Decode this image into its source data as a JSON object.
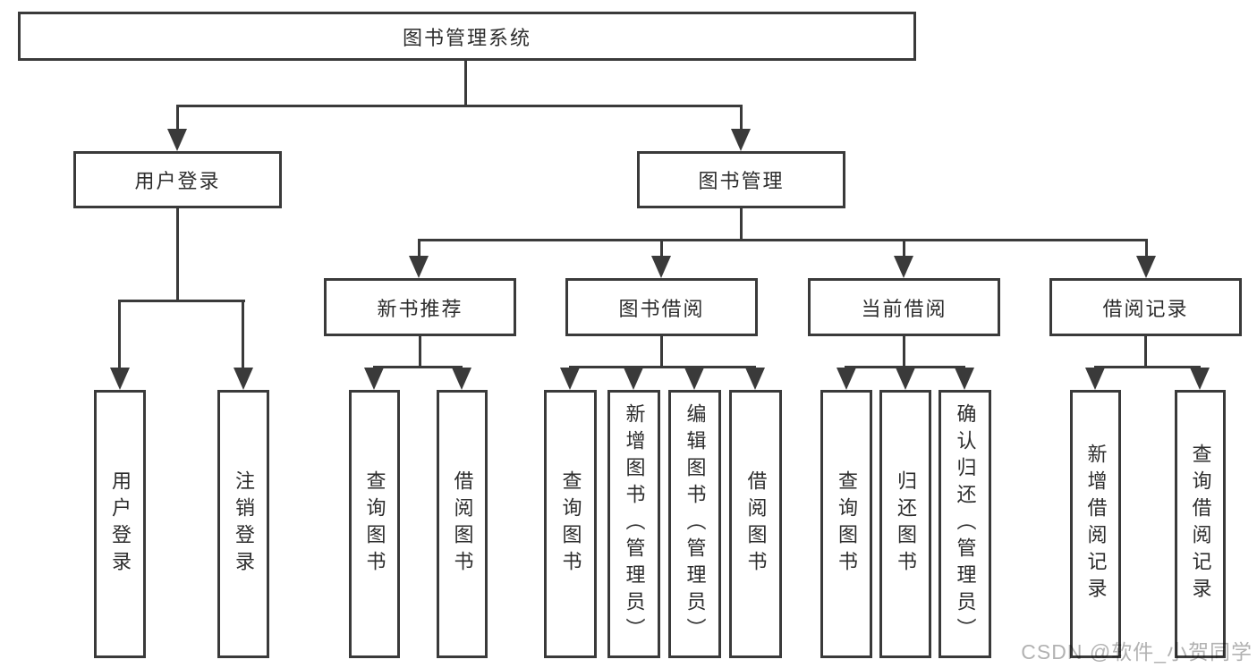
{
  "title": "图书管理系统",
  "watermark": "CSDN @软件_小贺同学",
  "colors": {
    "line": "#3a3a3a",
    "text": "#2d2d2d",
    "background": "#ffffff",
    "watermark": "#b2b2b2"
  },
  "tree": {
    "label": "图书管理系统",
    "children": [
      {
        "label": "用户登录",
        "children": [
          {
            "label": "用户登录"
          },
          {
            "label": "注销登录"
          }
        ]
      },
      {
        "label": "图书管理",
        "children": [
          {
            "label": "新书推荐",
            "children": [
              {
                "label": "查询图书"
              },
              {
                "label": "借阅图书"
              }
            ]
          },
          {
            "label": "图书借阅",
            "children": [
              {
                "label": "查询图书"
              },
              {
                "label": "新增图书（管理员）"
              },
              {
                "label": "编辑图书（管理员）"
              },
              {
                "label": "借阅图书"
              }
            ]
          },
          {
            "label": "当前借阅",
            "children": [
              {
                "label": "查询图书"
              },
              {
                "label": "归还图书"
              },
              {
                "label": "确认归还（管理员）"
              }
            ]
          },
          {
            "label": "借阅记录",
            "children": [
              {
                "label": "新增借阅记录"
              },
              {
                "label": "查询借阅记录"
              }
            ]
          }
        ]
      }
    ]
  }
}
